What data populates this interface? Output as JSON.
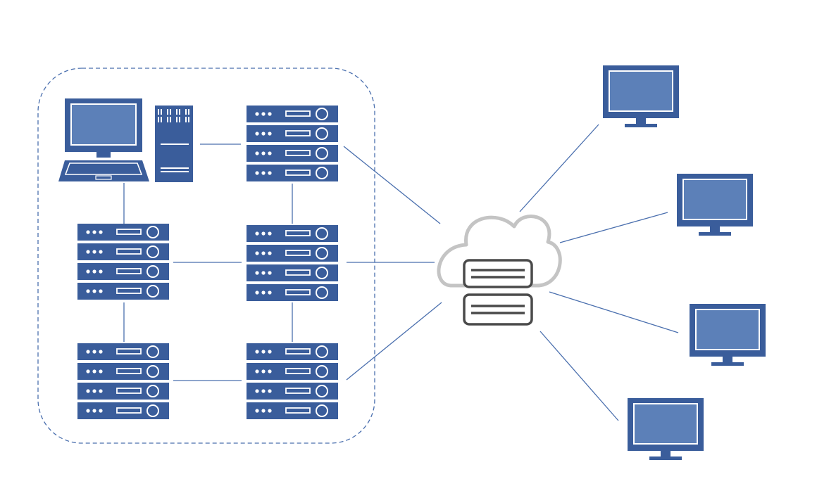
{
  "colors": {
    "primary": "#3a5d9b",
    "screen": "#5c80b8",
    "line": "#4a6fae",
    "boundary": "#4a6fae",
    "cloud_stroke": "#c4c4c4",
    "cloud_fill": "#ffffff",
    "db_stroke": "#4a4a4a",
    "background": "#ffffff"
  },
  "nodes": {
    "workstation": {
      "icon": "workstation-icon"
    },
    "tower": {
      "icon": "tower-icon"
    },
    "rack_servers": [
      {
        "id": "rack-top-right",
        "icon": "server-rack-icon"
      },
      {
        "id": "rack-middle-left",
        "icon": "server-rack-icon"
      },
      {
        "id": "rack-middle-right",
        "icon": "server-rack-icon"
      },
      {
        "id": "rack-bottom-left",
        "icon": "server-rack-icon"
      },
      {
        "id": "rack-bottom-right",
        "icon": "server-rack-icon"
      }
    ],
    "cloud_storage": {
      "icon": "cloud-database-icon"
    },
    "client_monitors": [
      {
        "id": "monitor-1",
        "icon": "monitor-icon"
      },
      {
        "id": "monitor-2",
        "icon": "monitor-icon"
      },
      {
        "id": "monitor-3",
        "icon": "monitor-icon"
      },
      {
        "id": "monitor-4",
        "icon": "monitor-icon"
      }
    ]
  },
  "edges": [
    [
      "tower",
      "rack-top-right"
    ],
    [
      "workstation",
      "rack-middle-left"
    ],
    [
      "rack-top-right",
      "rack-middle-right"
    ],
    [
      "rack-middle-left",
      "rack-middle-right"
    ],
    [
      "rack-middle-left",
      "rack-bottom-left"
    ],
    [
      "rack-middle-right",
      "rack-bottom-right"
    ],
    [
      "rack-bottom-left",
      "rack-bottom-right"
    ],
    [
      "rack-top-right",
      "cloud_storage"
    ],
    [
      "rack-middle-right",
      "cloud_storage"
    ],
    [
      "rack-bottom-right",
      "cloud_storage"
    ],
    [
      "cloud_storage",
      "monitor-1"
    ],
    [
      "cloud_storage",
      "monitor-2"
    ],
    [
      "cloud_storage",
      "monitor-3"
    ],
    [
      "cloud_storage",
      "monitor-4"
    ]
  ]
}
